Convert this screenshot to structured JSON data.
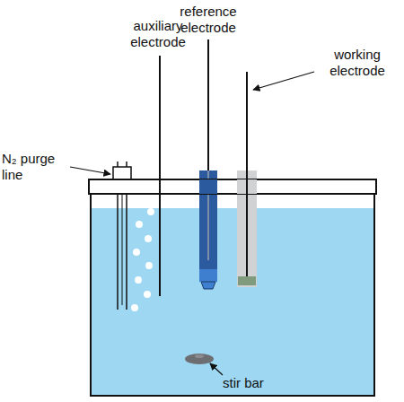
{
  "diagram": {
    "labels": [
      "N₂ purge line",
      "auxiliary electrode",
      "reference electrode",
      "working electrode",
      "stir bar"
    ]
  }
}
